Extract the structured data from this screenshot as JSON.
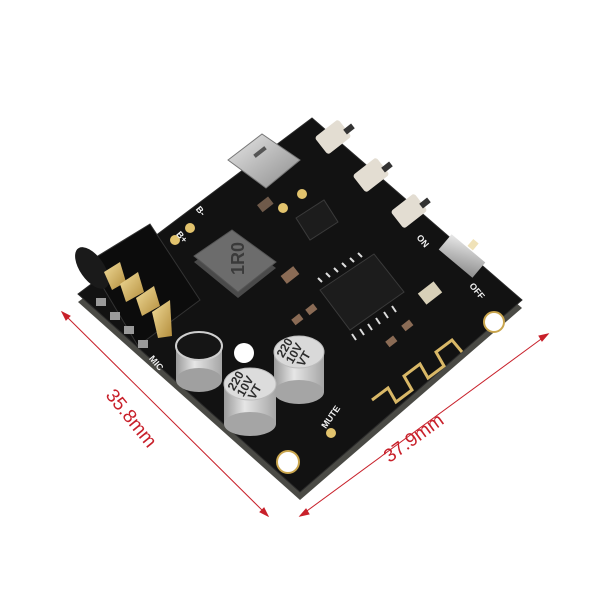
{
  "product": {
    "name": "Bluetooth audio receiver PCB module",
    "board_color": "#111111",
    "gold_color": "#d9b867"
  },
  "dimensions": {
    "width_label": "35.8mm",
    "length_label": "37.9mm",
    "line_color": "#c8202a"
  },
  "silkscreen": {
    "b_minus": "B-",
    "b_plus": "B+",
    "mic": "MIC",
    "mute": "MUTE",
    "on": "ON",
    "off": "OFF"
  },
  "components": {
    "inductor_marking": "1R0",
    "capacitor_1": "220\n10V\nVT",
    "capacitor_2": "220\n10V\nVT"
  }
}
